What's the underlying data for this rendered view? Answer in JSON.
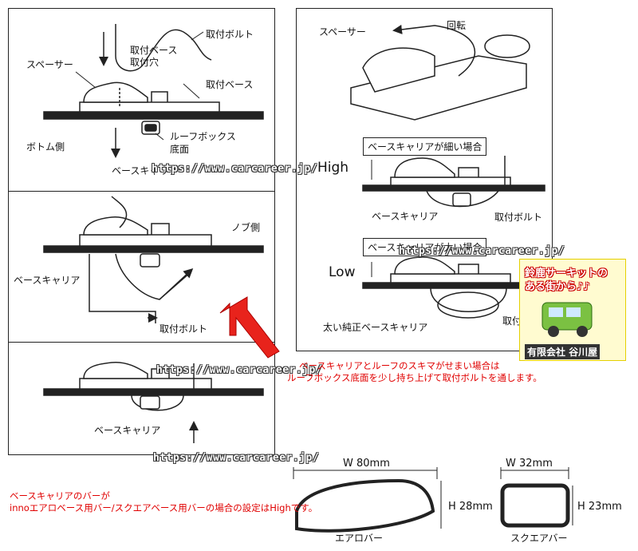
{
  "panel1": {
    "bolt": "取付ボルト",
    "base_hole_line1": "取付ベース",
    "base_hole_line2": "取付穴",
    "spacer": "スペーサー",
    "base": "取付ベース",
    "bottom_side": "ボトム側",
    "roofbox_line1": "ルーフボックス",
    "roofbox_line2": "底面",
    "carrier": "ベースキャリア"
  },
  "panel2": {
    "knob_side": "ノブ側",
    "carrier": "ベースキャリア",
    "bolt": "取付ボルト"
  },
  "panel3": {
    "carrier": "ベースキャリア"
  },
  "right_panel": {
    "spacer": "スペーサー",
    "rotate": "回転",
    "thin_title": "ベースキャリアが細い場合",
    "high": "High",
    "carrier": "ベースキャリア",
    "bolt": "取付ボルト",
    "thick_title": "ベースキャリアが太い場合",
    "low": "Low",
    "thick_carrier": "太い純正ベースキャリア",
    "bolt2": "取付ボルト"
  },
  "notes": {
    "gap_line1": "ベースキャリアとルーフのスキマがせまい場合は",
    "gap_line2": "ルーフボックス底面を少し持ち上げて取付ボルトを通します。",
    "setting_line1": "ベースキャリアのバーが",
    "setting_line2": "innoエアロベース用バー/スクエアベース用バーの場合の設定はHighです。"
  },
  "dims": {
    "aero_width": "W 80mm",
    "aero_height": "H 28mm",
    "aero_name": "エアロバー",
    "square_width": "W 32mm",
    "square_height": "H 23mm",
    "square_name": "スクエアバー"
  },
  "watermark": "https://www.carcareer.jp/",
  "shop": {
    "line1": "鈴鹿サーキットの",
    "line2": "ある街から♪♪",
    "name": "有限会社 谷川屋"
  },
  "colors": {
    "arrow_red": "#e8231c",
    "note_red": "#e00000",
    "shop_bg": "#fffbd0",
    "car_green": "#7bc142"
  }
}
